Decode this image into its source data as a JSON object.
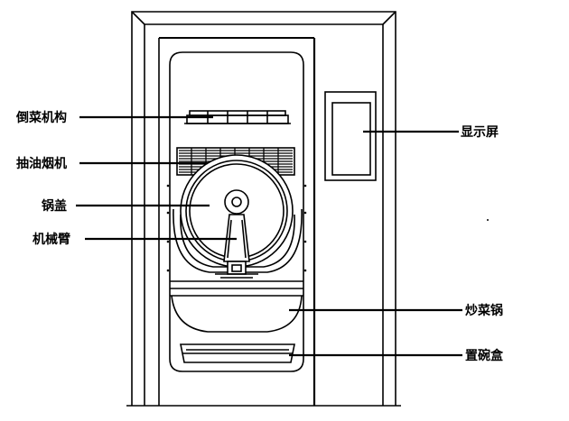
{
  "labels": {
    "flip_mechanism": "倒菜机构",
    "range_hood": "抽油烟机",
    "pot_lid": "锅盖",
    "mechanical_arm": "机械臂",
    "display_screen": "显示屏",
    "wok": "炒菜锅",
    "bowl_box": "置碗盒"
  }
}
